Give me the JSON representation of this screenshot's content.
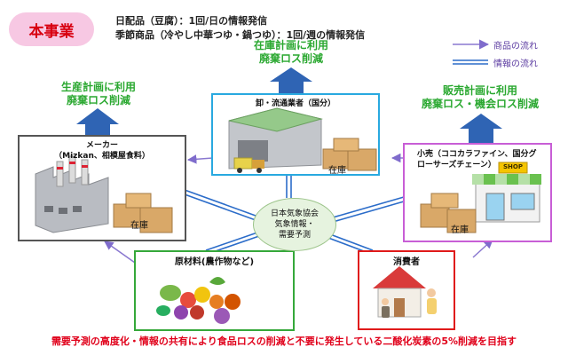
{
  "title": "本事業",
  "info_line1": "日配品（豆腐）：1回/日の情報発信",
  "info_line2": "季節商品（冷やし中華つゆ・鍋つゆ）：1回/週の情報発信",
  "legend": {
    "goods_flow": "商品の流れ",
    "info_flow": "情報の流れ"
  },
  "manufacturer": {
    "goal_line1": "生産計画に利用",
    "goal_line2": "廃棄ロス削減",
    "label_line1": "メーカー",
    "label_line2": "（Mizkan、相模屋食料）",
    "stock": "在庫"
  },
  "wholesaler": {
    "goal_line1": "在庫計画に利用",
    "goal_line2": "廃棄ロス削減",
    "label": "卸・流通業者（国分）",
    "stock": "在庫"
  },
  "retailer": {
    "goal_line1": "販売計画に利用",
    "goal_line2": "廃棄ロス・機会ロス削減",
    "label_line1": "小売（ココカラファイン、国分グ",
    "label_line2": "ローサーズチェーン）",
    "stock": "在庫",
    "shop_sign": "SHOP"
  },
  "center": {
    "line1": "日本気象協会",
    "line2": "気象情報・",
    "line3": "需要予測"
  },
  "raw_materials": {
    "label": "原材料(農作物など)"
  },
  "consumer": {
    "label": "消費者"
  },
  "footer": "需要予測の高度化・情報の共有により食品ロスの削減と不要に発生している二酸化炭素の5%削減を目指す"
}
